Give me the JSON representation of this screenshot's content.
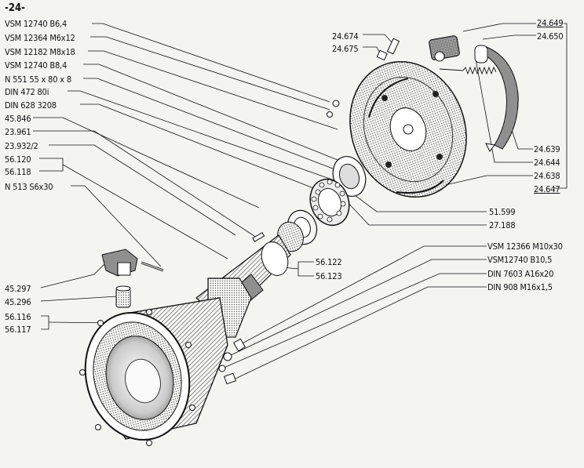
{
  "page_number": "-24-",
  "left_labels": [
    "VSM 12740  B6,4",
    "VSM 12364  M6x12",
    "VSM 12182  M8x18",
    "VSM 12740  B8,4",
    "N 551  55 x 80 x 8",
    "DIN 472  80i",
    "DIN 628 3208",
    "45.846",
    "23.961",
    "23.932/2",
    "56.120",
    "56.118",
    "N 513  S6x30",
    "45.297",
    "45.296",
    "56.116",
    "56.117"
  ],
  "top_labels": [
    "24.674",
    "24.675"
  ],
  "right_labels": [
    "24.649",
    "24.650",
    "24.639",
    "24.644",
    "24.638",
    "24.647",
    "51.599",
    "27.188",
    "VSM 12366  M10x30",
    "VSM12740  B10,5",
    "DIN 7603  A16x20",
    "DIN 908  M16x1,5"
  ],
  "center_labels": [
    "56.122",
    "56.123"
  ]
}
